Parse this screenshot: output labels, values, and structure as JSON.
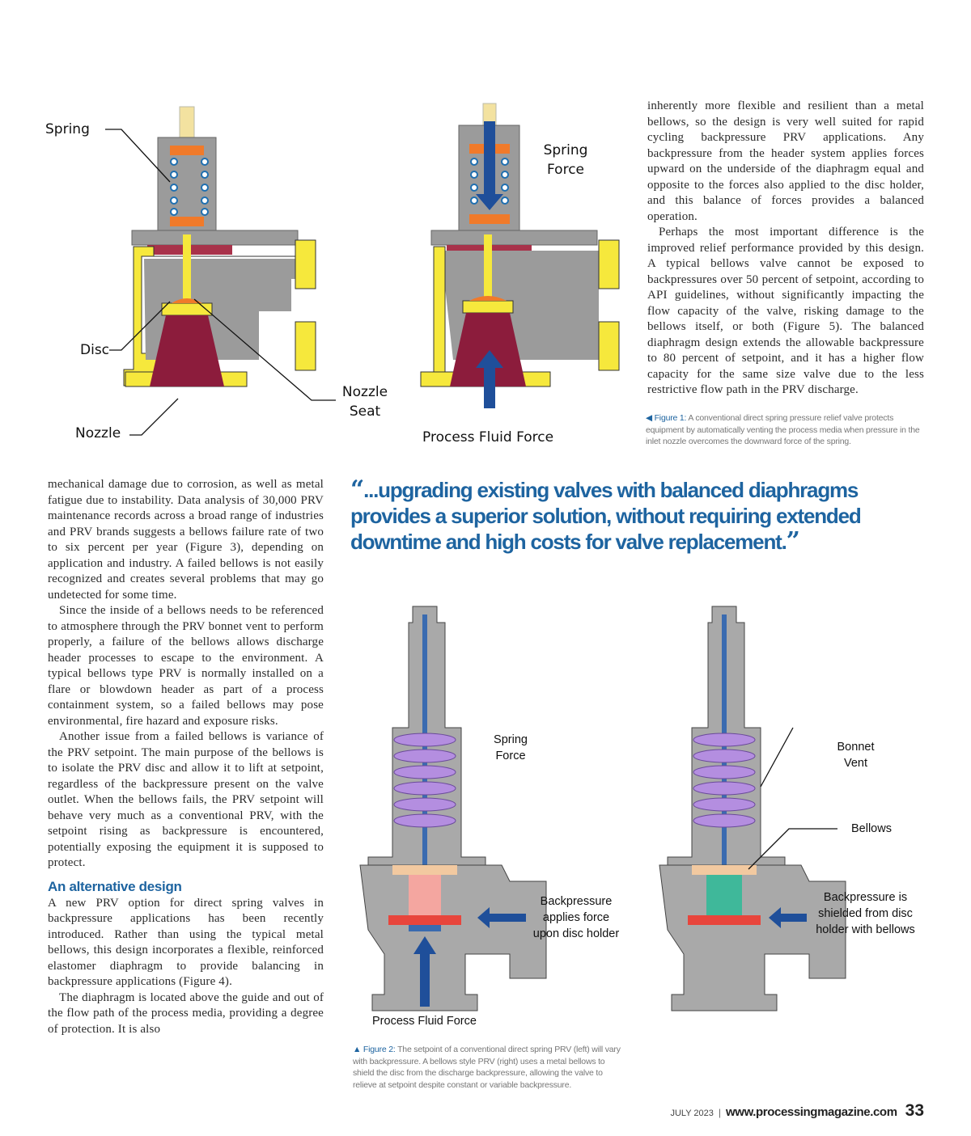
{
  "figure1": {
    "labels": {
      "spring": "Spring",
      "disc": "Disc",
      "nozzle": "Nozzle",
      "nozzle_seat": [
        "Nozzle",
        "Seat"
      ],
      "spring_force": [
        "Spring",
        "Force"
      ],
      "process_fluid_force": "Process Fluid Force"
    },
    "caption_label": "Figure 1:",
    "caption_text": "A conventional direct spring pressure relief valve protects equipment by automatically venting the process media when pressure in the inlet nozzle overcomes the downward force of the spring."
  },
  "right_column": {
    "paragraphs": [
      "inherently more flexible and resilient than a metal bellows, so the design is very well suited for rapid cycling backpressure PRV applications. Any backpressure from the header system applies forces upward on the underside of the diaphragm equal and opposite to the forces also applied to the disc holder, and this balance of forces provides a balanced operation.",
      "Perhaps the most important difference is the improved relief performance provided by this design. A typical bellows valve cannot be exposed to backpressures over 50 percent of setpoint, according to API guidelines, without significantly impacting the flow capacity of the valve, risking damage to the bellows itself, or both (Figure 5). The balanced diaphragm design extends the allowable backpressure to 80 percent of setpoint, and it has a higher flow capacity for the same size valve due to the less restrictive flow path in the PRV discharge."
    ]
  },
  "left_column": {
    "paragraphs": [
      "mechanical damage due to corrosion, as well as metal fatigue due to instability. Data analysis of 30,000 PRV maintenance records across a broad range of industries and PRV brands suggests a bellows failure rate of two to six percent per year (Figure 3), depending on application and industry. A failed bellows is not easily recognized and creates several problems that may go undetected for some time.",
      "Since the inside of a bellows needs to be referenced to atmosphere through the PRV bonnet vent to perform properly, a failure of the bellows allows discharge header processes to escape to the environment. A typical bellows type PRV is normally installed on a flare or blowdown header as part of a process containment system, so a failed bellows may pose environmental, fire hazard and exposure risks.",
      "Another issue from a failed bellows is variance of the PRV setpoint. The main purpose of the bellows is to isolate the PRV disc and allow it to lift at setpoint, regardless of the backpressure present on the valve outlet. When the bellows fails, the PRV setpoint will behave very much as a conventional PRV, with the setpoint rising as backpressure is encountered, potentially exposing the equipment it is supposed to protect."
    ],
    "heading": "An alternative design",
    "paragraphs2": [
      "A new PRV option for direct spring valves in backpressure applications has been recently introduced. Rather than using the typical metal bellows, this design incorporates a flexible, reinforced elastomer diaphragm to provide balancing in backpressure applications (Figure 4).",
      "The diaphragm is located above the guide and out of the flow path of the process media, providing a degree of protection. It is also"
    ]
  },
  "pull_quote": {
    "open_mark": "“",
    "text": "...upgrading existing valves with balanced diaphragms provides a superior solution, without requiring extended downtime and high costs for valve replacement.",
    "close_mark": "”"
  },
  "figure2": {
    "labels": {
      "spring_force": [
        "Spring",
        "Force"
      ],
      "backpressure_applies": [
        "Backpressure",
        "applies force",
        "upon disc holder"
      ],
      "process_fluid_force": "Process Fluid Force",
      "bonnet_vent": [
        "Bonnet",
        "Vent"
      ],
      "bellows": "Bellows",
      "backpressure_shielded": [
        "Backpressure is",
        "shielded from disc",
        "holder with bellows"
      ]
    },
    "caption_label": "Figure 2:",
    "caption_text": "The setpoint of a conventional direct spring PRV (left) will vary with backpressure. A bellows style PRV (right) uses a metal bellows to shield the disc from the discharge backpressure, allowing the valve to relieve at setpoint despite constant or variable backpressure."
  },
  "footer": {
    "date": "JULY 2023",
    "website": "www.processingmagazine.com",
    "page_number": "33"
  },
  "colors": {
    "accent_blue": "#1e64a0",
    "valve_gray": "#9b9b9b",
    "valve_yellow": "#f6e83c",
    "nozzle_red": "#8c1c3c",
    "spring_orange": "#f07a2a",
    "arrow_blue": "#1f4f9a"
  }
}
